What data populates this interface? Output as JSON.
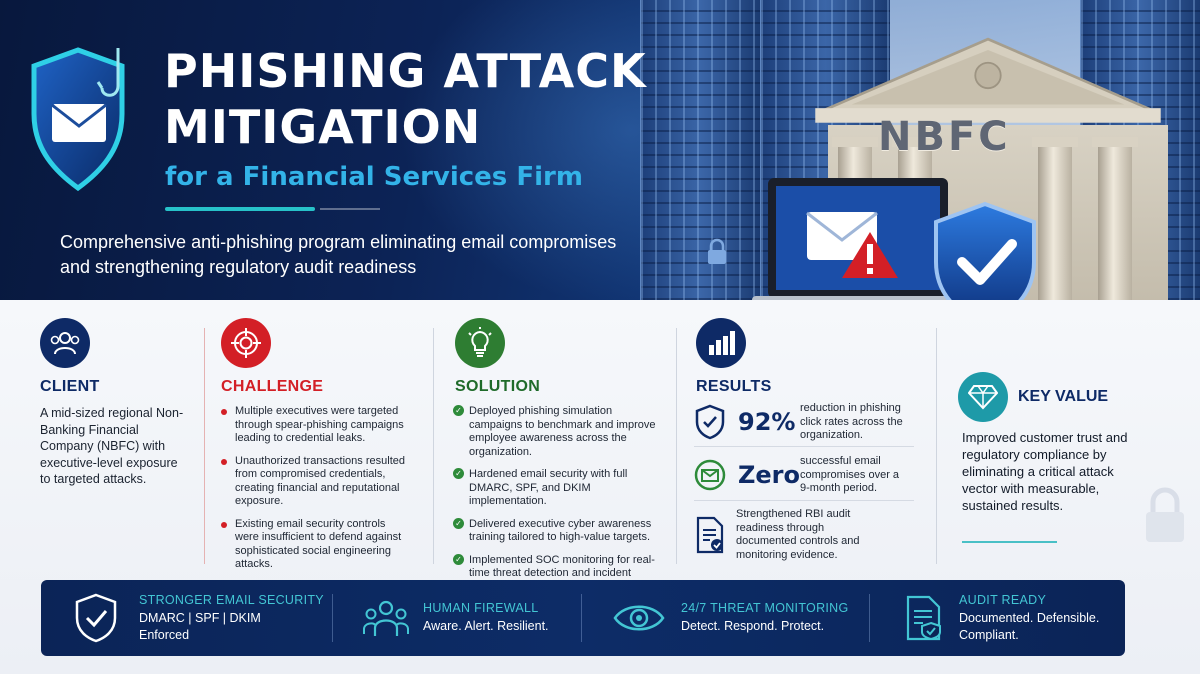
{
  "hero": {
    "title_line1": "PHISHING ATTACK",
    "title_line2": "MITIGATION",
    "subtitle": "for a Financial Services Firm",
    "tagline": "Comprehensive anti-phishing program eliminating email compromises and strengthening regulatory audit readiness",
    "building_sign": "NBFC"
  },
  "client": {
    "heading": "CLIENT",
    "text": "A mid-sized regional Non-Banking Financial Company (NBFC) with executive-level exposure to targeted attacks."
  },
  "challenge": {
    "heading": "CHALLENGE",
    "items": [
      "Multiple executives were targeted through spear-phishing campaigns leading to credential leaks.",
      "Unauthorized transactions resulted from compromised credentials, creating financial and reputational exposure.",
      "Existing email security controls were insufficient to defend against sophisticated social engineering attacks."
    ]
  },
  "solution": {
    "heading": "SOLUTION",
    "items": [
      "Deployed phishing simulation campaigns to benchmark and improve employee awareness across the organization.",
      "Hardened email security with full DMARC, SPF, and DKIM implementation.",
      "Delivered executive cyber awareness training tailored to high-value targets.",
      "Implemented SOC monitoring for real-time threat detection and incident response."
    ]
  },
  "results": {
    "heading": "RESULTS",
    "rows": [
      {
        "metric": "92%",
        "text": "reduction in phishing click rates across the organization."
      },
      {
        "metric": "Zero",
        "text": "successful email compromises over a 9-month period."
      },
      {
        "metric": "",
        "text": "Strengthened RBI audit readiness through documented controls and monitoring evidence."
      }
    ]
  },
  "key_value": {
    "heading": "KEY VALUE",
    "text": "Improved customer trust and regulatory compliance by eliminating a critical attack vector with measurable, sustained results."
  },
  "bar": {
    "items": [
      {
        "title": "STRONGER EMAIL SECURITY",
        "sub": "DMARC | SPF | DKIM Enforced"
      },
      {
        "title": "HUMAN FIREWALL",
        "sub": "Aware. Alert. Resilient."
      },
      {
        "title": "24/7 THREAT MONITORING",
        "sub": "Detect. Respond. Protect."
      },
      {
        "title": "AUDIT READY",
        "sub": "Documented. Defensible. Compliant."
      }
    ]
  },
  "colors": {
    "navy": "#0e2a66",
    "red": "#d31f26",
    "green": "#2e8b3a",
    "teal": "#27c2c9",
    "cyan_title": "#33b3e8"
  },
  "icons": [
    "envelope-hook-shield-icon",
    "users-icon",
    "target-icon",
    "lightbulb-icon",
    "bar-chart-icon",
    "diamond-icon",
    "shield-check-icon",
    "envelope-icon",
    "document-check-icon",
    "eye-icon",
    "lock-icon",
    "warning-icon"
  ]
}
